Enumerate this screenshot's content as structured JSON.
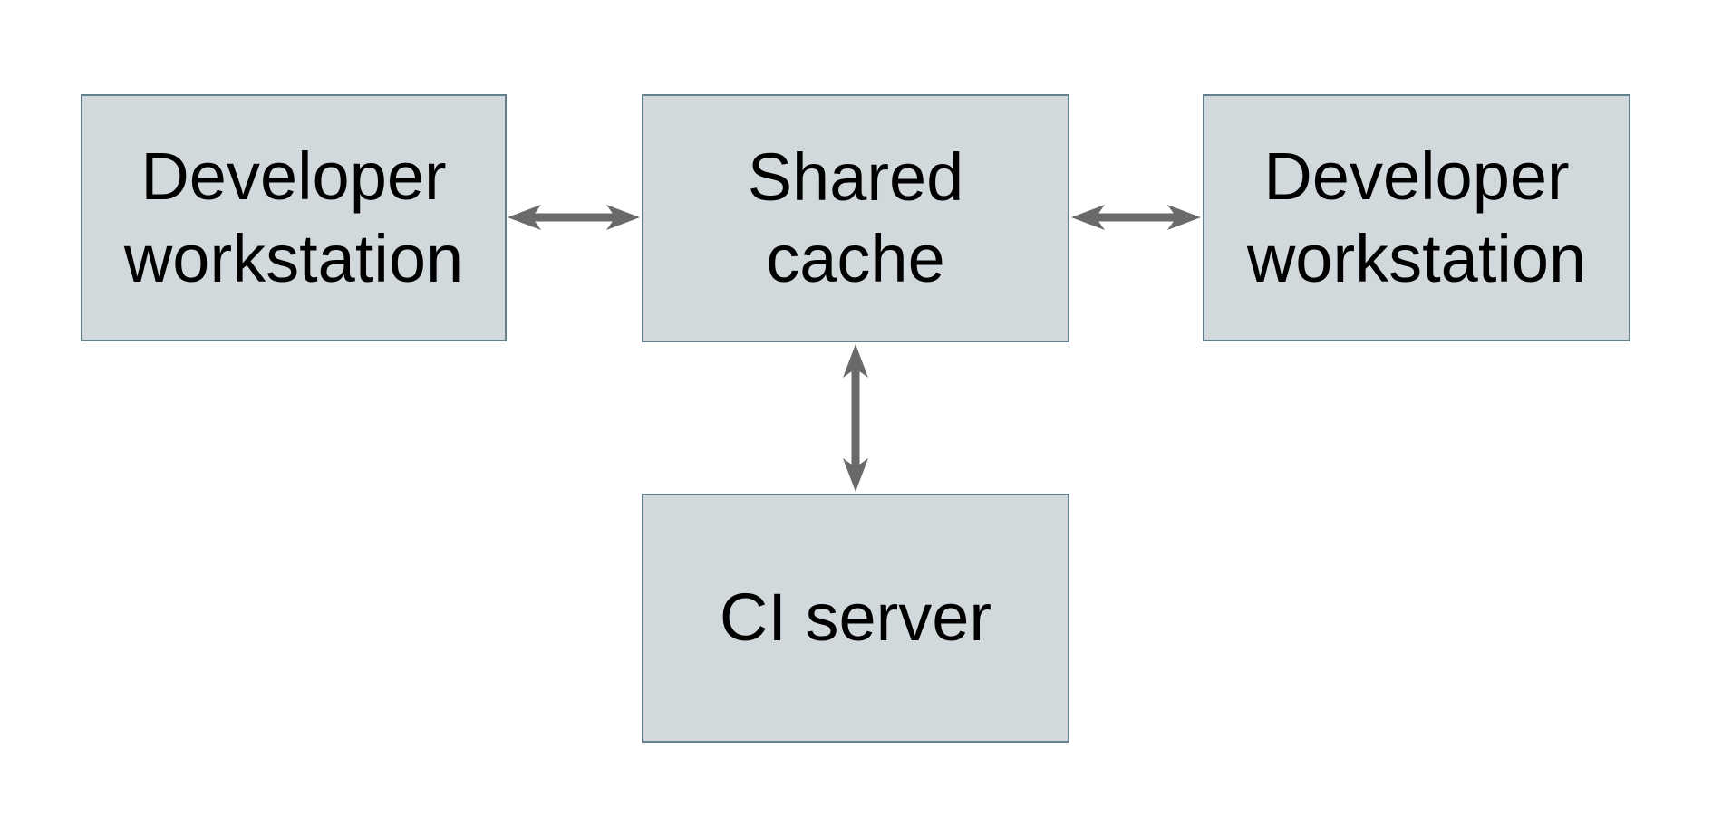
{
  "diagram": {
    "type": "architecture-diagram",
    "nodes": [
      {
        "id": "dev-workstation-left",
        "label": "Developer workstation"
      },
      {
        "id": "shared-cache",
        "label": "Shared cache"
      },
      {
        "id": "dev-workstation-right",
        "label": "Developer workstation"
      },
      {
        "id": "ci-server",
        "label": "CI server"
      }
    ],
    "edges": [
      {
        "from": "dev-workstation-left",
        "to": "shared-cache",
        "direction": "bidirectional",
        "orientation": "horizontal"
      },
      {
        "from": "shared-cache",
        "to": "dev-workstation-right",
        "direction": "bidirectional",
        "orientation": "horizontal"
      },
      {
        "from": "shared-cache",
        "to": "ci-server",
        "direction": "bidirectional",
        "orientation": "vertical"
      }
    ],
    "colors": {
      "background": "#ffffff",
      "node_fill": "#d2d9dc",
      "node_border": "#65808d",
      "arrow": "#6a6a6a",
      "text": "#000000"
    }
  }
}
